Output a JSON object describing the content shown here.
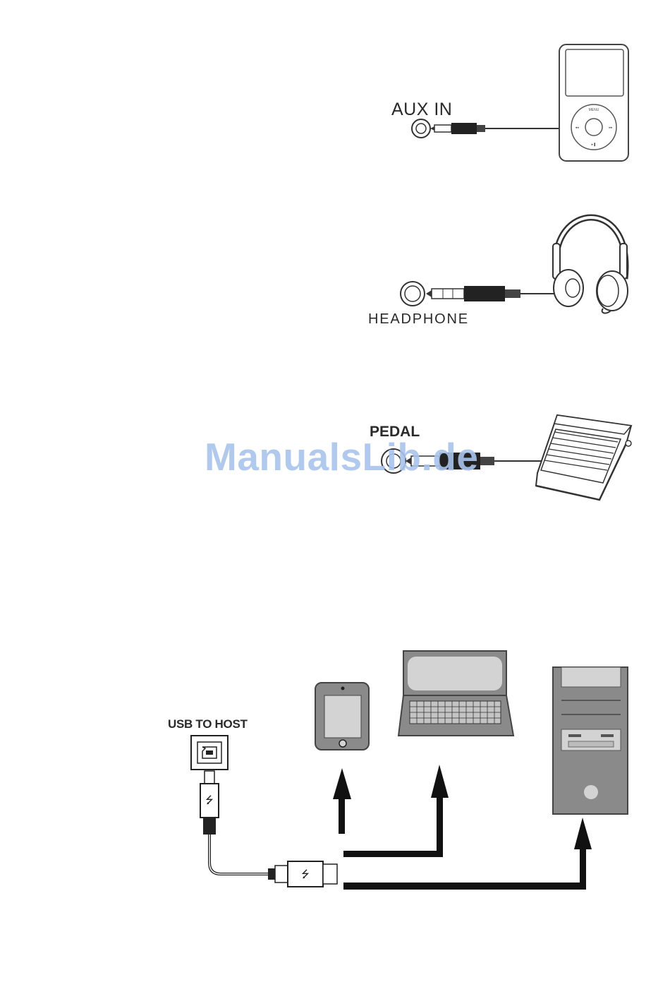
{
  "labels": {
    "aux_in": "AUX IN",
    "headphone": "HEADPHONE",
    "pedal": "PEDAL",
    "usb_to_host": "USB TO HOST"
  },
  "watermark": "ManualsLib.de",
  "colors": {
    "line": "#2a2a2a",
    "device_fill": "#d3d3d3",
    "device_dark": "#8a8a8a",
    "watermark": "#a9c4ec"
  }
}
